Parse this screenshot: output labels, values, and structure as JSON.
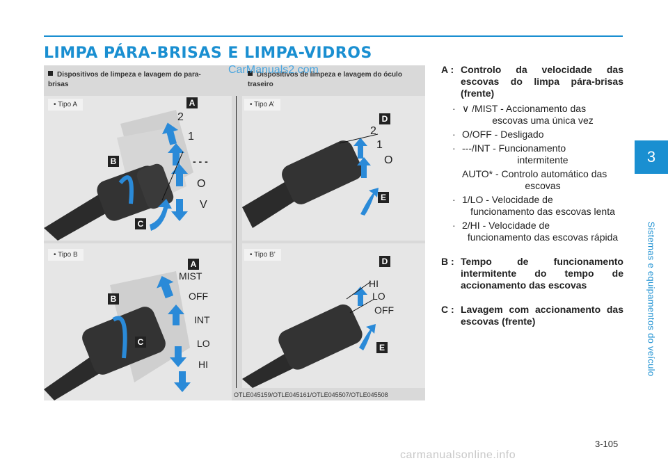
{
  "header": {
    "title": "LIMPA PÁRA-BRISAS E LIMPA-VIDROS"
  },
  "figure": {
    "left_heading": "Dispositivos de limpeza e lavagem do para-brisas",
    "right_heading": "Dispositivos de limpeza e lavagem do óculo traseiro",
    "tipo_a": "• Tipo A",
    "tipo_a2": "• Tipo A’",
    "tipo_b": "• Tipo B",
    "tipo_b2": "• Tipo B’",
    "caption": "OTLE045159/OTLE045161/OTLE045507/OTLE045508",
    "panel_a_labels": {
      "a": "A",
      "b": "B",
      "c": "C",
      "two": "2",
      "one": "1",
      "dashes": "- - -",
      "o": "O",
      "v": "V"
    },
    "panel_a2_labels": {
      "d": "D",
      "e": "E",
      "two": "2",
      "one": "1",
      "o": "O"
    },
    "panel_b_labels": {
      "a": "A",
      "b": "B",
      "c": "C",
      "mist": "MIST",
      "off": "OFF",
      "int": "INT",
      "lo": "LO",
      "hi": "HI"
    },
    "panel_b2_labels": {
      "d": "D",
      "e": "E",
      "hi": "HI",
      "lo": "LO",
      "off": "OFF"
    }
  },
  "watermark": "CarManuals2.com",
  "watermark_bottom": "carmanualsonline.info",
  "text": {
    "a_key": "A :",
    "a_title": "Controlo da velocidade das escovas do limpa pára-brisas (frente)",
    "a_items": [
      {
        "bullet": "·",
        "label": "/MIST - Accionamento das",
        "label2": "escovas uma única vez"
      },
      {
        "bullet": "·",
        "label": "O/OFF - Desligado",
        "label2": ""
      },
      {
        "bullet": "·",
        "label": "---/INT - Funcionamento",
        "label2": "intermitente"
      },
      {
        "bullet": "",
        "label": "AUTO* - Controlo automático das",
        "label2": "escovas"
      },
      {
        "bullet": "·",
        "label": "1/LO - Velocidade de",
        "label2": "funcionamento das escovas lenta"
      },
      {
        "bullet": "·",
        "label": "2/HI - Velocidade de",
        "label2": "funcionamento das escovas rápida"
      }
    ],
    "b_key": "B :",
    "b_title": "Tempo de funcionamento intermitente do tempo de accionamento das escovas",
    "c_key": "C :",
    "c_title": "Lavagem com accionamento das escovas (frente)"
  },
  "sidebar": {
    "chapter": "3",
    "label": "Sistemas e equipamentos do veículo"
  },
  "page_number": "3-105",
  "colors": {
    "accent": "#1a8fd1",
    "arrow": "#2a8ad8",
    "lever": "#2b2b2b"
  }
}
